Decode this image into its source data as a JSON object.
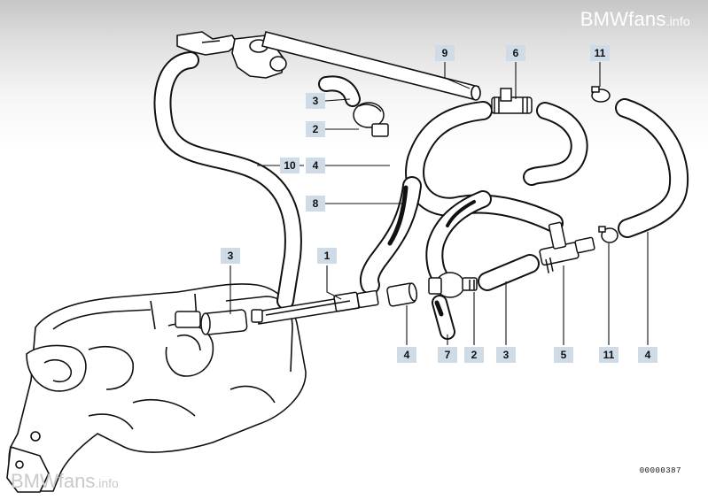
{
  "watermark": {
    "brand": "BMWfans",
    "suffix": ".info"
  },
  "reference_number": "00000387",
  "callouts": [
    {
      "id": "c9",
      "label": "9"
    },
    {
      "id": "c6",
      "label": "6"
    },
    {
      "id": "c11a",
      "label": "11"
    },
    {
      "id": "c3a",
      "label": "3"
    },
    {
      "id": "c2a",
      "label": "2"
    },
    {
      "id": "c10",
      "label": "10"
    },
    {
      "id": "c4a",
      "label": "4"
    },
    {
      "id": "c8",
      "label": "8"
    },
    {
      "id": "c3b",
      "label": "3"
    },
    {
      "id": "c1",
      "label": "1"
    },
    {
      "id": "c4b",
      "label": "4"
    },
    {
      "id": "c7",
      "label": "7"
    },
    {
      "id": "c2b",
      "label": "2"
    },
    {
      "id": "c3c",
      "label": "3"
    },
    {
      "id": "c5",
      "label": "5"
    },
    {
      "id": "c11b",
      "label": "11"
    },
    {
      "id": "c4c",
      "label": "4"
    }
  ],
  "colors": {
    "callout_bg": "#cfdbe6",
    "line": "#111111",
    "hose_fill": "#ffffff"
  }
}
